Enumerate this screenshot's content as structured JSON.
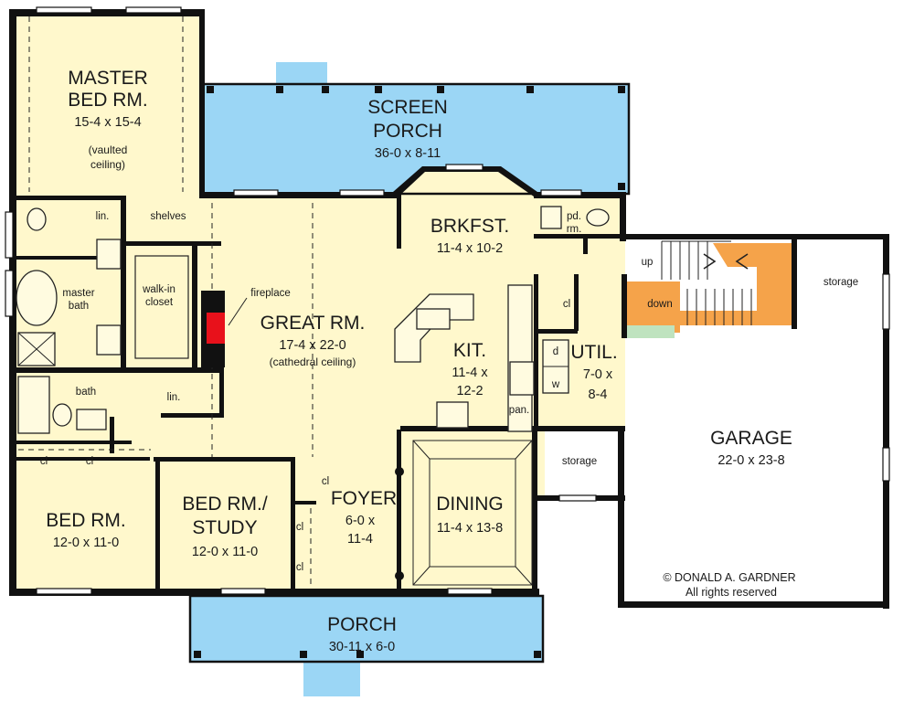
{
  "colors": {
    "interior": "#FFF8CC",
    "porch": "#9BD6F5",
    "stair_orange": "#F5A34A",
    "fireplace": "#E8111B",
    "green_pad": "#BFE3BF",
    "wall": "#111111"
  },
  "rooms": {
    "master_bed": {
      "name_line1": "MASTER",
      "name_line2": "BED RM.",
      "dims": "15-4 x 15-4",
      "note_line1": "(vaulted",
      "note_line2": "ceiling)"
    },
    "screen_porch": {
      "name_line1": "SCREEN",
      "name_line2": "PORCH",
      "dims": "36-0 x 8-11"
    },
    "brkfst": {
      "name": "BRKFST.",
      "dims": "11-4 x 10-2"
    },
    "great_rm": {
      "name": "GREAT RM.",
      "dims": "17-4 x 22-0",
      "note": "(cathedral ceiling)"
    },
    "kit": {
      "name": "KIT.",
      "dims_line1": "11-4 x",
      "dims_line2": "12-2"
    },
    "util": {
      "name": "UTIL.",
      "dims_line1": "7-0 x",
      "dims_line2": "8-4"
    },
    "garage": {
      "name": "GARAGE",
      "dims": "22-0 x 23-8"
    },
    "bed_rm": {
      "name": "BED RM.",
      "dims": "12-0 x 11-0"
    },
    "bed_study": {
      "name_line1": "BED RM./",
      "name_line2": "STUDY",
      "dims": "12-0 x 11-0"
    },
    "foyer": {
      "name": "FOYER",
      "dims_line1": "6-0 x",
      "dims_line2": "11-4"
    },
    "dining": {
      "name": "DINING",
      "dims": "11-4 x 13-8"
    },
    "porch": {
      "name": "PORCH",
      "dims": "30-11 x 6-0"
    }
  },
  "labels": {
    "lin_master": "lin.",
    "shelves": "shelves",
    "master_bath_1": "master",
    "master_bath_2": "bath",
    "walk_in_1": "walk-in",
    "walk_in_2": "closet",
    "fireplace": "fireplace",
    "bath": "bath",
    "lin_hall": "lin.",
    "cl_1": "cl",
    "cl_2": "cl",
    "cl_foyer": "cl",
    "cl_study_1": "cl",
    "cl_study_2": "cl",
    "pd_rm_1": "pd.",
    "pd_rm_2": "rm.",
    "up": "up",
    "down": "down",
    "cl_util": "cl",
    "d": "d",
    "w": "w",
    "pan": "pan.",
    "storage_garage": "storage",
    "storage_side": "storage"
  },
  "copyright": {
    "line1": "© DONALD A. GARDNER",
    "line2": "All rights reserved"
  }
}
